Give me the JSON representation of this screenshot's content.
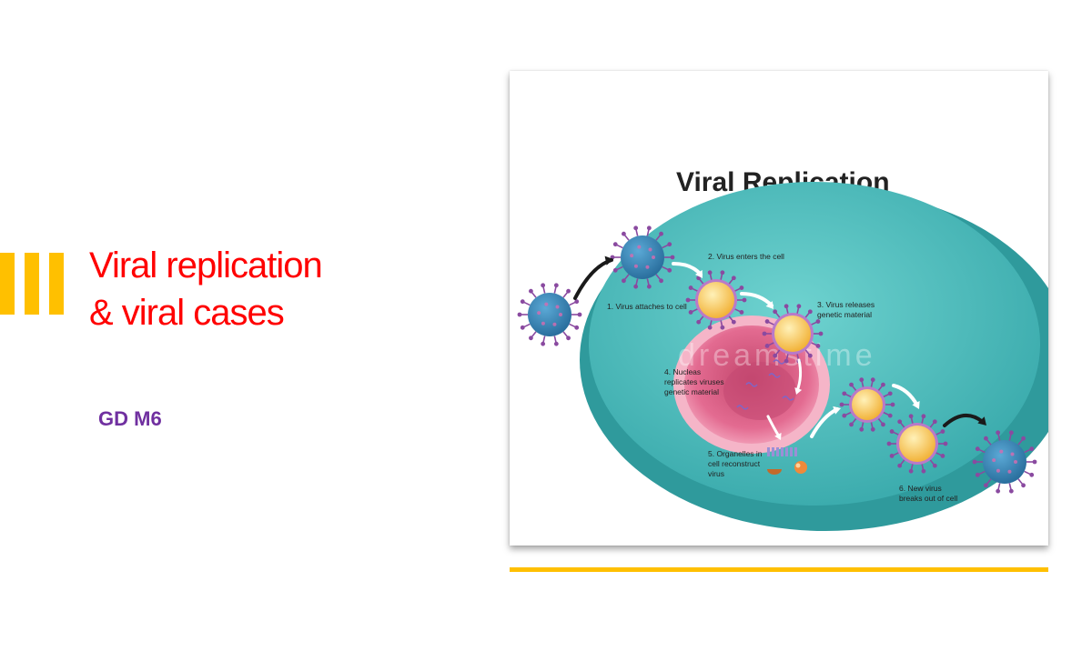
{
  "slide": {
    "title_line1": "Viral replication",
    "title_line2": "& viral cases",
    "subtitle": "GD M6"
  },
  "diagram": {
    "title": "Viral Replication",
    "watermark": "dreamstime",
    "steps": {
      "s1": [
        "1. Virus attaches to cell"
      ],
      "s2": [
        "2. Virus enters the cell"
      ],
      "s3": [
        "3. Virus releases",
        "genetic material"
      ],
      "s4": [
        "4. Nucleas",
        "replicates viruses",
        "genetic material"
      ],
      "s5": [
        "5. Organelles in",
        "cell reconstruct",
        "virus"
      ],
      "s6": [
        "6. New virus",
        "breaks out of cell"
      ]
    }
  },
  "colors": {
    "title": "#ff0000",
    "subtitle": "#7030a0",
    "accent": "#ffc000",
    "cell": "#4fbfbf",
    "nucleus": "#d94a7a",
    "virus_blue": "#3a86b8",
    "virus_yellow": "#f6c94a",
    "spike": "#8a4aa0"
  }
}
